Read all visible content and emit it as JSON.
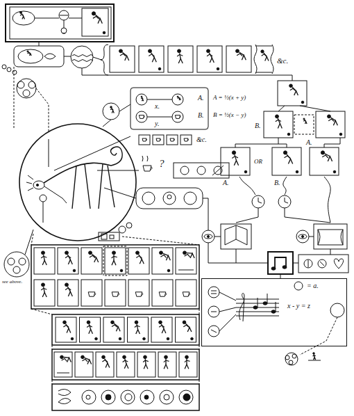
{
  "diagram": {
    "nodes": [
      {
        "text": [
          "= a.",
          "x - y = z"
        ]
      }
    ],
    "labels": [
      "&c.",
      "x.",
      "y.",
      "A.",
      "B.",
      "A = ½(x + y)",
      "B = ½(x − y)",
      "&c.",
      "?",
      "B.",
      "A.",
      "A.",
      "OR",
      "B.",
      "see above."
    ]
  }
}
